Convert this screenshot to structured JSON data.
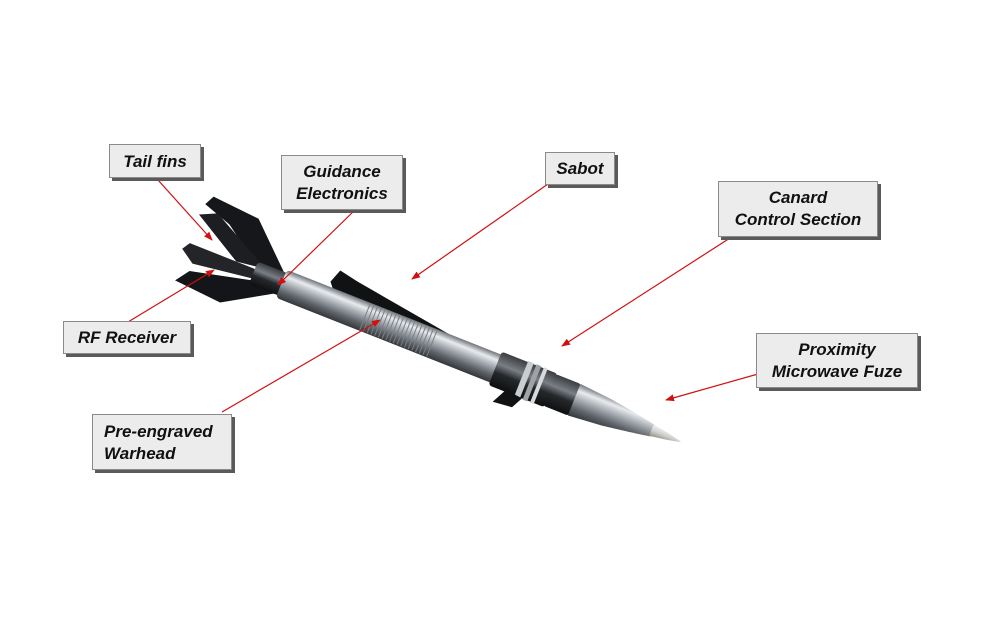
{
  "labels": {
    "tail_fins": "Tail fins",
    "guidance": [
      "Guidance",
      "Electronics"
    ],
    "sabot": "Sabot",
    "canard": [
      "Canard",
      "Control Section"
    ],
    "rf_receiver": "RF Receiver",
    "proximity": [
      "Proximity",
      "Microwave Fuze"
    ],
    "warhead": [
      "Pre-engraved",
      "Warhead"
    ]
  },
  "colors": {
    "leader_line": "#d01010",
    "box_fill": "#ececec",
    "box_border": "#8a8a8a",
    "shadow": "#5a5a5a",
    "body_dark": "#1a1a1a",
    "body_steel": "#b9bcc0",
    "nose_tip": "#c8c8c6"
  }
}
